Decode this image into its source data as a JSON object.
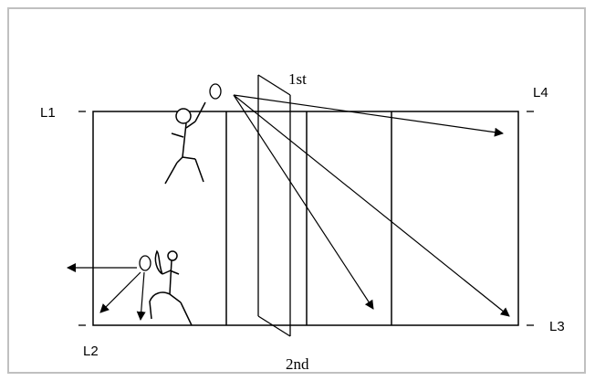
{
  "labels": {
    "L1": "L1",
    "L2": "L2",
    "L3": "L3",
    "L4": "L4",
    "first": "1st",
    "second": "2nd"
  },
  "colors": {
    "line": "#000000",
    "frame": "#c0c0c0",
    "background": "#ffffff"
  }
}
